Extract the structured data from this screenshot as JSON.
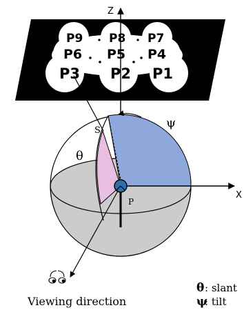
{
  "axes": {
    "z": "Z",
    "x": "X"
  },
  "patch_labels": [
    "P9",
    "P8",
    "P7",
    "P6",
    "P5",
    "P4",
    "P3",
    "P2",
    "P1"
  ],
  "point_labels": {
    "s": "S",
    "p": "P"
  },
  "angles": {
    "theta": "θ",
    "psi": "ψ"
  },
  "caption": "Viewing direction",
  "legend": [
    {
      "symbol": "θ",
      "text": ": slant"
    },
    {
      "symbol": "ψ",
      "text": ": tilt"
    }
  ],
  "colors": {
    "tilt_quadrant": "#8fa8dc",
    "slant_sector": "#e8bfe0",
    "lower_hemisphere": "#cccccc",
    "origin_dot": "#2f6fb0",
    "plane": "#000000"
  }
}
